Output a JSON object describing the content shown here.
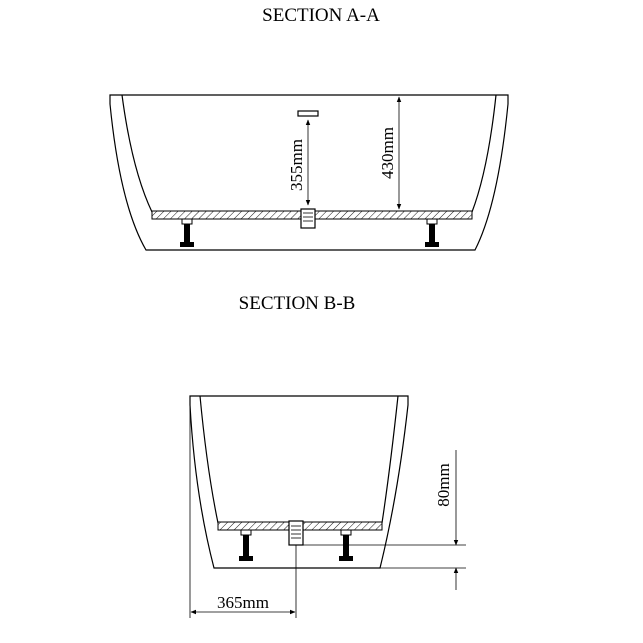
{
  "section_a": {
    "title": "SECTION A-A",
    "dim_drain_height": "355mm",
    "dim_total_depth": "430mm"
  },
  "section_b": {
    "title": "SECTION B-B",
    "dim_drain_rise": "80mm",
    "dim_drain_offset": "365mm"
  },
  "colors": {
    "line": "#000000",
    "background": "#ffffff"
  }
}
